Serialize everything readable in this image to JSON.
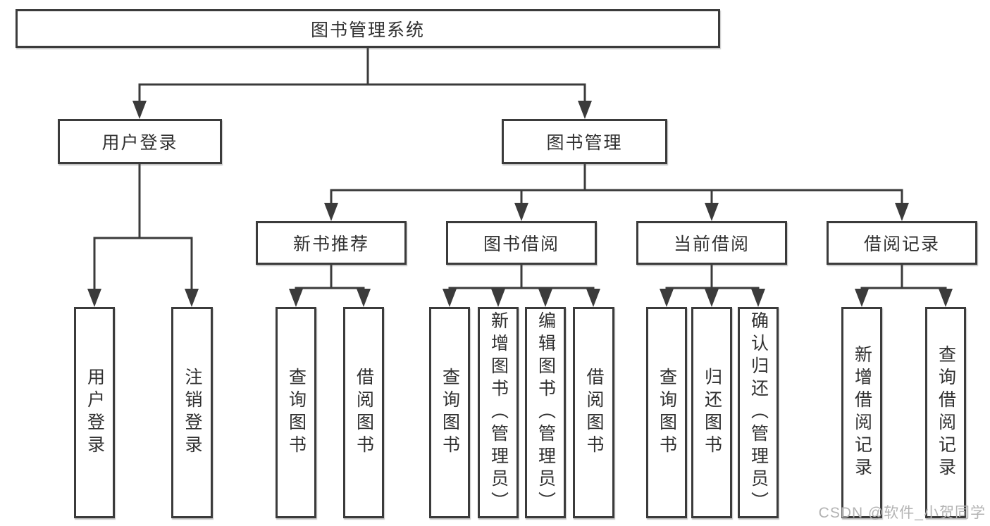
{
  "colors": {
    "line": "#3b3b3b",
    "box_border": "#3b3b3b",
    "text": "#303030",
    "watermark": "#b3b3b3",
    "background": "#ffffff"
  },
  "tree": {
    "root": {
      "label": "图书管理系统",
      "children": [
        {
          "label": "用户登录",
          "children": [
            {
              "label": "用户登录"
            },
            {
              "label": "注销登录"
            }
          ]
        },
        {
          "label": "图书管理",
          "children": [
            {
              "label": "新书推荐",
              "children": [
                {
                  "label": "查询图书"
                },
                {
                  "label": "借阅图书"
                }
              ]
            },
            {
              "label": "图书借阅",
              "children": [
                {
                  "label": "查询图书"
                },
                {
                  "label": "新增图书（管理员）"
                },
                {
                  "label": "编辑图书（管理员）"
                },
                {
                  "label": "借阅图书"
                }
              ]
            },
            {
              "label": "当前借阅",
              "children": [
                {
                  "label": "查询图书"
                },
                {
                  "label": "归还图书"
                },
                {
                  "label": "确认归还（管理员）"
                }
              ]
            },
            {
              "label": "借阅记录",
              "children": [
                {
                  "label": "新增借阅记录"
                },
                {
                  "label": "查询借阅记录"
                }
              ]
            }
          ]
        }
      ]
    }
  },
  "watermark": {
    "text": "CSDN @软件_小贺同学"
  }
}
